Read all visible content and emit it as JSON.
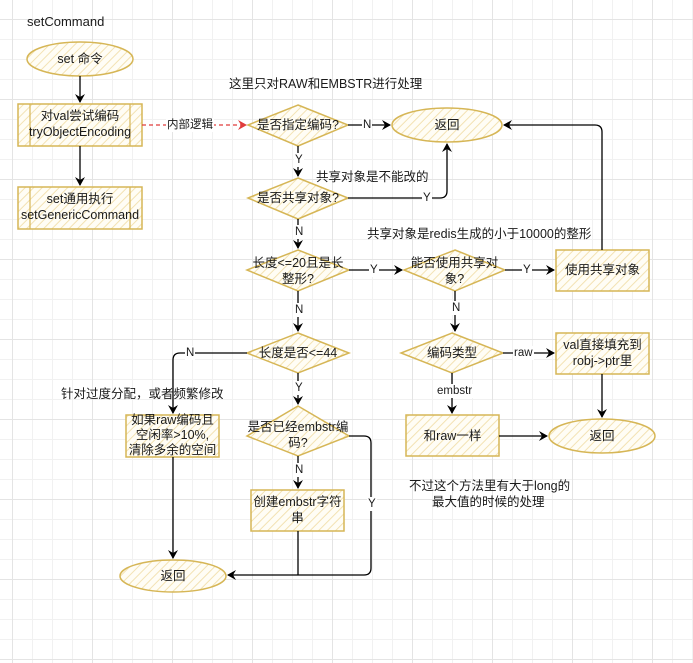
{
  "title": "setCommand",
  "colors": {
    "node_stroke": "#d6b656",
    "node_fill": "#fff9e6",
    "hatch": "#f0dca0",
    "edge": "#000000",
    "dashed_edge": "#e03c3c"
  },
  "annotations": {
    "raw_embstr_only": "这里只对RAW和EMBSTR进行处理",
    "shared_immutable": "共享对象是不能改的",
    "shared_is_int": "共享对象是redis生成的小于10000的整形",
    "over_alloc": "针对过度分配，或者频繁修改",
    "long_max_1": "不过这个方法里有大于long的",
    "long_max_2": "最大值的时候的处理"
  },
  "nodes": {
    "set_cmd": "set 命令",
    "try_encode_1": "对val尝试编码",
    "try_encode_2": "tryObjectEncoding",
    "generic_1": "set通用执行",
    "generic_2": "setGenericCommand",
    "specified_enc": "是否指定编码?",
    "return_top": "返回",
    "is_shared": "是否共享对象?",
    "len_le20_1": "长度<=20且是长",
    "len_le20_2": "整形?",
    "can_use_shared_1": "能否使用共享对",
    "can_use_shared_2": "象?",
    "use_shared": "使用共享对象",
    "len_le44": "长度是否<=44",
    "enc_type": "编码类型",
    "fill_ptr_1": "val直接填充到",
    "fill_ptr_2": "robj->ptr里",
    "same_as_raw": "和raw一样",
    "return_mid": "返回",
    "trim_1": "如果raw编码且",
    "trim_2": "空闲率>10%,",
    "trim_3": "清除多余的空间",
    "is_embstr_1": "是否已经embstr编",
    "is_embstr_2": "码?",
    "create_embstr_1": "创建embstr字符",
    "create_embstr_2": "串",
    "return_bottom": "返回"
  },
  "edges": {
    "internal_logic": "内部逻辑",
    "specified_n": "N",
    "specified_y": "Y",
    "shared_y": "Y",
    "shared_n": "N",
    "le20_y": "Y",
    "le20_n": "N",
    "can_use_y": "Y",
    "can_use_n": "N",
    "le44_n": "N",
    "le44_y": "Y",
    "enc_raw": "raw",
    "enc_embstr": "embstr",
    "is_embstr_n": "N",
    "is_embstr_y": "Y"
  }
}
